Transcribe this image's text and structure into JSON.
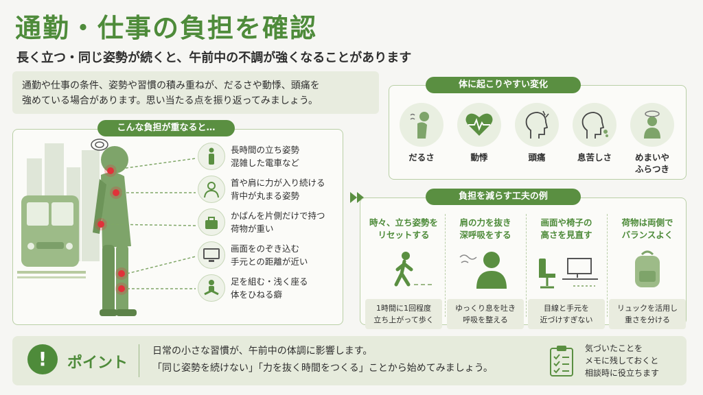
{
  "header": {
    "title": "通勤・仕事の負担を確認",
    "subtitle": "長く立つ・同じ姿勢が続くと、午前中の不調が強くなることがあります"
  },
  "intro": {
    "line1": "通勤や仕事の条件、姿勢や習慣の積み重ねが、だるさや動悸、頭痛を",
    "line2": "強めている場合があります。思い当たる点を振り返ってみましょう。"
  },
  "load": {
    "heading": "こんな負担が重なると…",
    "items": [
      {
        "icon": "standing-person-icon",
        "line1": "長時間の立ち姿勢",
        "line2": "混雑した電車など"
      },
      {
        "icon": "neck-shoulder-icon",
        "line1": "首や肩に力が入り続ける",
        "line2": "背中が丸まる姿勢"
      },
      {
        "icon": "bag-icon",
        "line1": "かばんを片側だけで持つ",
        "line2": "荷物が重い"
      },
      {
        "icon": "monitor-icon",
        "line1": "画面をのぞき込む",
        "line2": "手元との距離が近い"
      },
      {
        "icon": "sitting-cross-legged-icon",
        "line1": "足を組む・浅く座る",
        "line2": "体をひねる癖"
      }
    ]
  },
  "changes": {
    "heading": "体に起こりやすい変化",
    "items": [
      {
        "icon": "fatigue-icon",
        "line1": "だるさ",
        "line2": ""
      },
      {
        "icon": "heartbeat-icon",
        "line1": "動悸",
        "line2": ""
      },
      {
        "icon": "headache-icon",
        "line1": "頭痛",
        "line2": ""
      },
      {
        "icon": "breathless-icon",
        "line1": "息苦しさ",
        "line2": ""
      },
      {
        "icon": "dizziness-icon",
        "line1": "めまいや",
        "line2": "ふらつき"
      }
    ]
  },
  "tips": {
    "heading": "負担を減らす工夫の例",
    "items": [
      {
        "icon": "walking-icon",
        "head1": "時々、立ち姿勢を",
        "head2": "リセットする",
        "box1": "1時間に1回程度",
        "box2": "立ち上がって歩く"
      },
      {
        "icon": "breathing-icon",
        "head1": "肩の力を抜き",
        "head2": "深呼吸をする",
        "box1": "ゆっくり息を吐き",
        "box2": "呼吸を整える"
      },
      {
        "icon": "desk-chair-icon",
        "head1": "画面や椅子の",
        "head2": "高さを見直す",
        "box1": "目線と手元を",
        "box2": "近づけすぎない"
      },
      {
        "icon": "backpack-icon",
        "head1": "荷物は両側で",
        "head2": "バランスよく",
        "box1": "リュックを活用し",
        "box2": "重さを分ける"
      }
    ]
  },
  "point": {
    "label": "ポイント",
    "line1": "日常の小さな習慣が、午前中の体調に影響します。",
    "line2": "「同じ姿勢を続けない」「力を抜く時間をつくる」ことから始めてみましょう。",
    "memo1": "気づいたことを",
    "memo2": "メモに残しておくと",
    "memo3": "相談時に役立ちます"
  },
  "colors": {
    "accent": "#4e8b3a",
    "pill": "#5a8f41",
    "pain": "#e0323a"
  }
}
